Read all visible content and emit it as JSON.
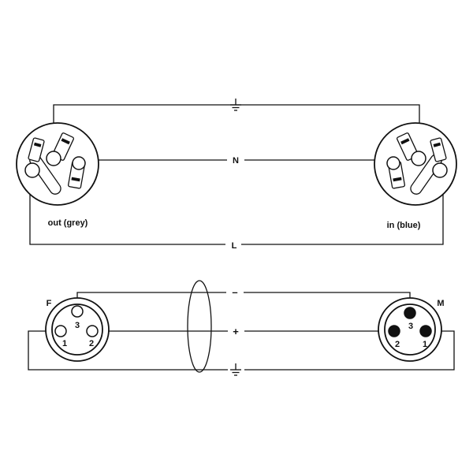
{
  "power_cable": {
    "out_connector_label": "out (grey)",
    "in_connector_label": "in (blue)",
    "neutral_line_label": "N",
    "live_line_label": "L"
  },
  "audio_cable": {
    "female_label": "F",
    "male_label": "M",
    "female_pins": [
      "3",
      "1",
      "2"
    ],
    "male_pins": [
      "3",
      "2",
      "1"
    ],
    "minus_label": "–",
    "plus_label": "+"
  },
  "icons": {
    "ground": "ground-icon",
    "cable_shield": "cable-shield-icon"
  },
  "colors": {
    "line": "#111111",
    "background": "#ffffff"
  }
}
